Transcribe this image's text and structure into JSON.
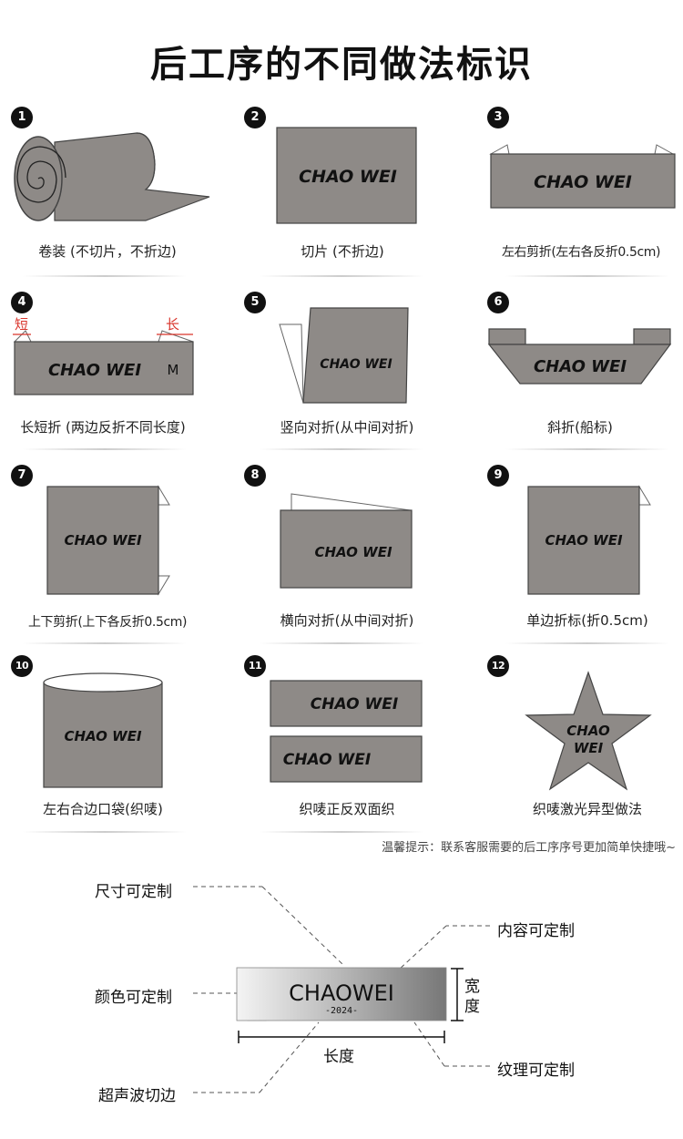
{
  "title": "后工序的不同做法标识",
  "brand_text": "CHAO WEI",
  "items": [
    {
      "num": "1",
      "caption": "卷装 (不切片，不折边)"
    },
    {
      "num": "2",
      "caption": "切片 (不折边)"
    },
    {
      "num": "3",
      "caption": "左右剪折(左右各反折0.5cm)"
    },
    {
      "num": "4",
      "caption": "长短折 (两边反折不同长度)"
    },
    {
      "num": "5",
      "caption": "竖向对折(从中间对折)"
    },
    {
      "num": "6",
      "caption": "斜折(船标)"
    },
    {
      "num": "7",
      "caption": "上下剪折(上下各反折0.5cm)"
    },
    {
      "num": "8",
      "caption": "横向对折(从中间对折)"
    },
    {
      "num": "9",
      "caption": "单边折标(折0.5cm)"
    },
    {
      "num": "10",
      "caption": "左右合边口袋(织唛)"
    },
    {
      "num": "11",
      "caption": "织唛正反双面织"
    },
    {
      "num": "12",
      "caption": "织唛激光异型做法"
    }
  ],
  "item4": {
    "short_label": "短",
    "long_label": "长",
    "size_mark": "M"
  },
  "item12": {
    "line1": "CHAO",
    "line2": "WEI"
  },
  "tip": "温馨提示：联系客服需要的后工序序号更加简单快捷哦~",
  "diagram": {
    "label_text": "CHAOWEI",
    "year": "-2024-",
    "size": "尺寸可定制",
    "content": "内容可定制",
    "color": "颜色可定制",
    "width": "宽度",
    "length": "长度",
    "texture": "纹理可定制",
    "cut": "超声波切边"
  },
  "colors": {
    "label_fill": "#8e8a87",
    "label_stroke": "#444444",
    "badge": "#111111",
    "accent_red": "#d9342b"
  }
}
